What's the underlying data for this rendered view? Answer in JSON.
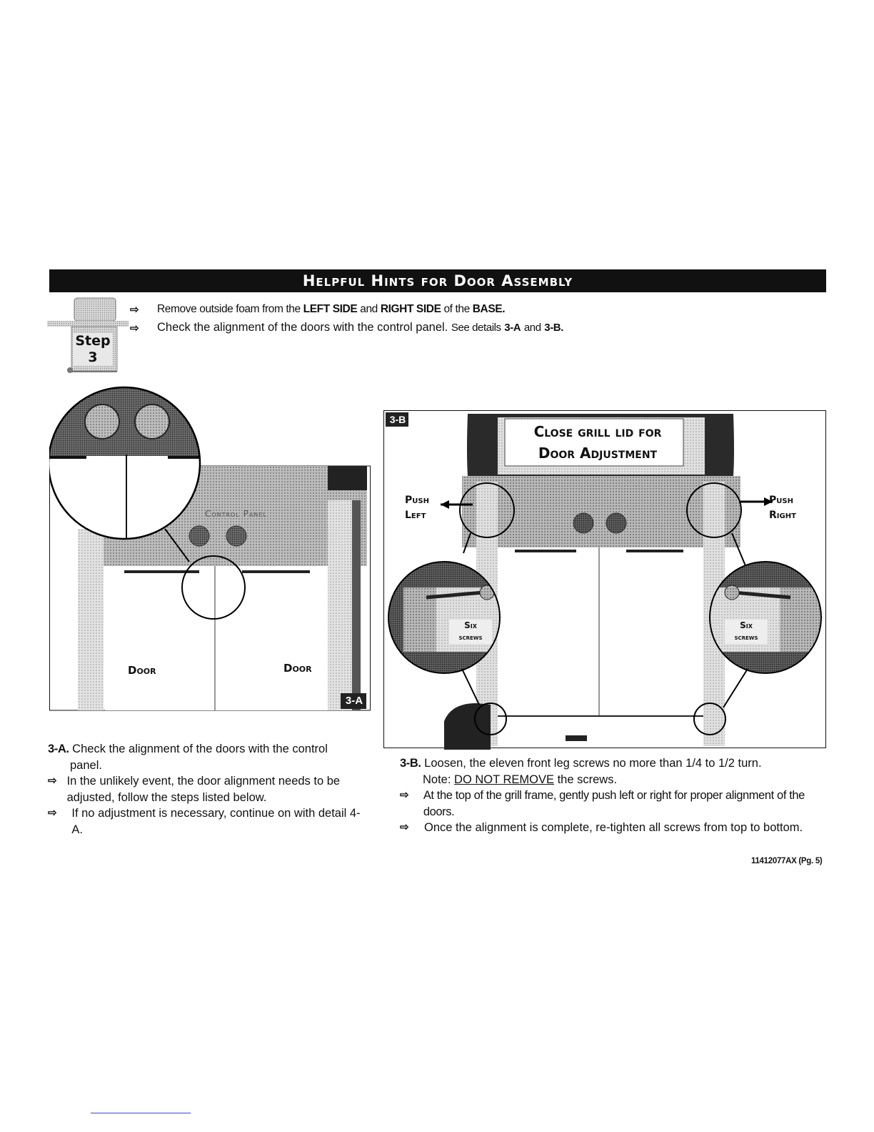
{
  "banner": {
    "title": "Helpful Hints for Door Assembly"
  },
  "step": {
    "label": "Step",
    "number": "3"
  },
  "intro": {
    "line1_pre": "Remove outside foam from the",
    "line1_b1": "LEFT SIDE",
    "line1_mid": "and",
    "line1_b2": "RIGHT SIDE",
    "line1_mid2": "of the",
    "line1_b3": "BASE.",
    "line2_pre": "Check the alignment of the doors with the control panel.",
    "line2_see": "See details",
    "line2_b1": "3-A",
    "line2_and": "and",
    "line2_b2": "3-B."
  },
  "diagramA": {
    "badge": "3-A",
    "control_panel": "Control Panel",
    "door_left": "Door",
    "door_right": "Door"
  },
  "diagramB": {
    "badge": "3-B",
    "banner_line1": "Close grill lid for",
    "banner_line2": "Door Adjustment",
    "push_left_1": "Push",
    "push_left_2": "Left",
    "push_right_1": "Push",
    "push_right_2": "Right",
    "six_left": "Six",
    "screws_left": "screws",
    "six_right": "Six",
    "screws_right": "screws"
  },
  "detailA": {
    "id": "3-A.",
    "text": "Check the alignment of the doors with the control panel.",
    "bullet1": "In the unlikely event, the door alignment needs to be adjusted, follow the steps listed below.",
    "bullet2_pre": "If no adjustment is necessary, continue on with detail",
    "bullet2_ref": "4-A."
  },
  "detailB": {
    "id": "3-B.",
    "text": "Loosen, the eleven front leg screws no more than 1/4 to 1/2 turn.",
    "note_label": "Note:",
    "note_emph": "DO NOT REMOVE",
    "note_rest": "the screws.",
    "bullet1": "At the top of the grill frame, gently push left or right for proper alignment of the doors.",
    "bullet2": "Once the alignment is complete,  re-tighten all screws from top to bottom."
  },
  "footer": {
    "code": "11412077AX (Pg. 5)"
  },
  "icons": {
    "arrow": "outline-right-arrow-icon"
  }
}
